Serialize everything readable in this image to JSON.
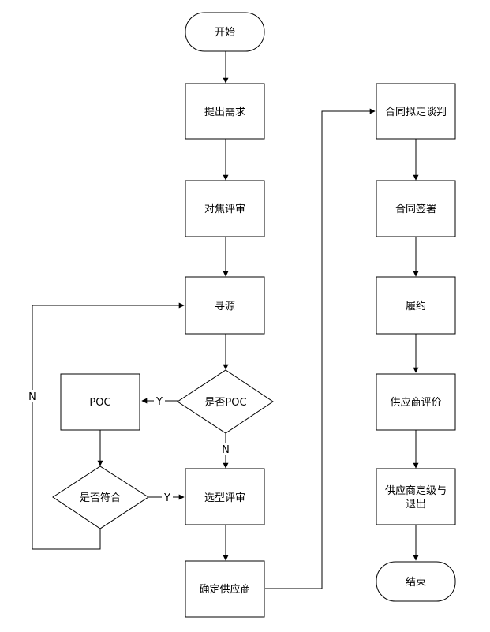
{
  "nodes": {
    "start": "开始",
    "requirement": "提出需求",
    "focus_review": "对焦评审",
    "sourcing": "寻源",
    "is_poc": "是否POC",
    "poc": "POC",
    "is_match": "是否符合",
    "selection_review": "选型评审",
    "confirm_supplier": "确定供应商",
    "contract_negotiation": "合同拟定谈判",
    "contract_signing": "合同签署",
    "performance": "履约",
    "supplier_evaluation": "供应商评价",
    "supplier_grading_line1": "供应商定级与",
    "supplier_grading_line2": "退出",
    "end": "结束"
  },
  "edge_labels": {
    "poc_yes": "Y",
    "poc_no": "N",
    "match_yes": "Y",
    "match_no": "N"
  }
}
